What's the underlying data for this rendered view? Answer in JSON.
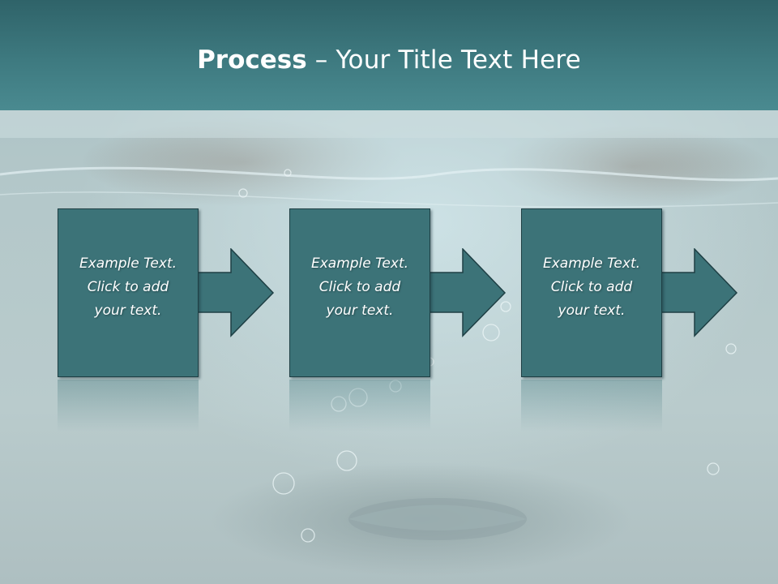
{
  "slide": {
    "title_bold": "Process",
    "title_rest": " – Your Title Text Here"
  },
  "steps": [
    {
      "label": "Example Text.\nClick  to add\nyour text."
    },
    {
      "label": "Example Text.\nClick  to add\nyour text."
    },
    {
      "label": "Example Text.\nClick  to add\nyour text."
    }
  ],
  "colors": {
    "header": "#3e7a80",
    "step_fill": "#3c7378",
    "step_border": "#1e3f44",
    "text": "#ffffff"
  }
}
